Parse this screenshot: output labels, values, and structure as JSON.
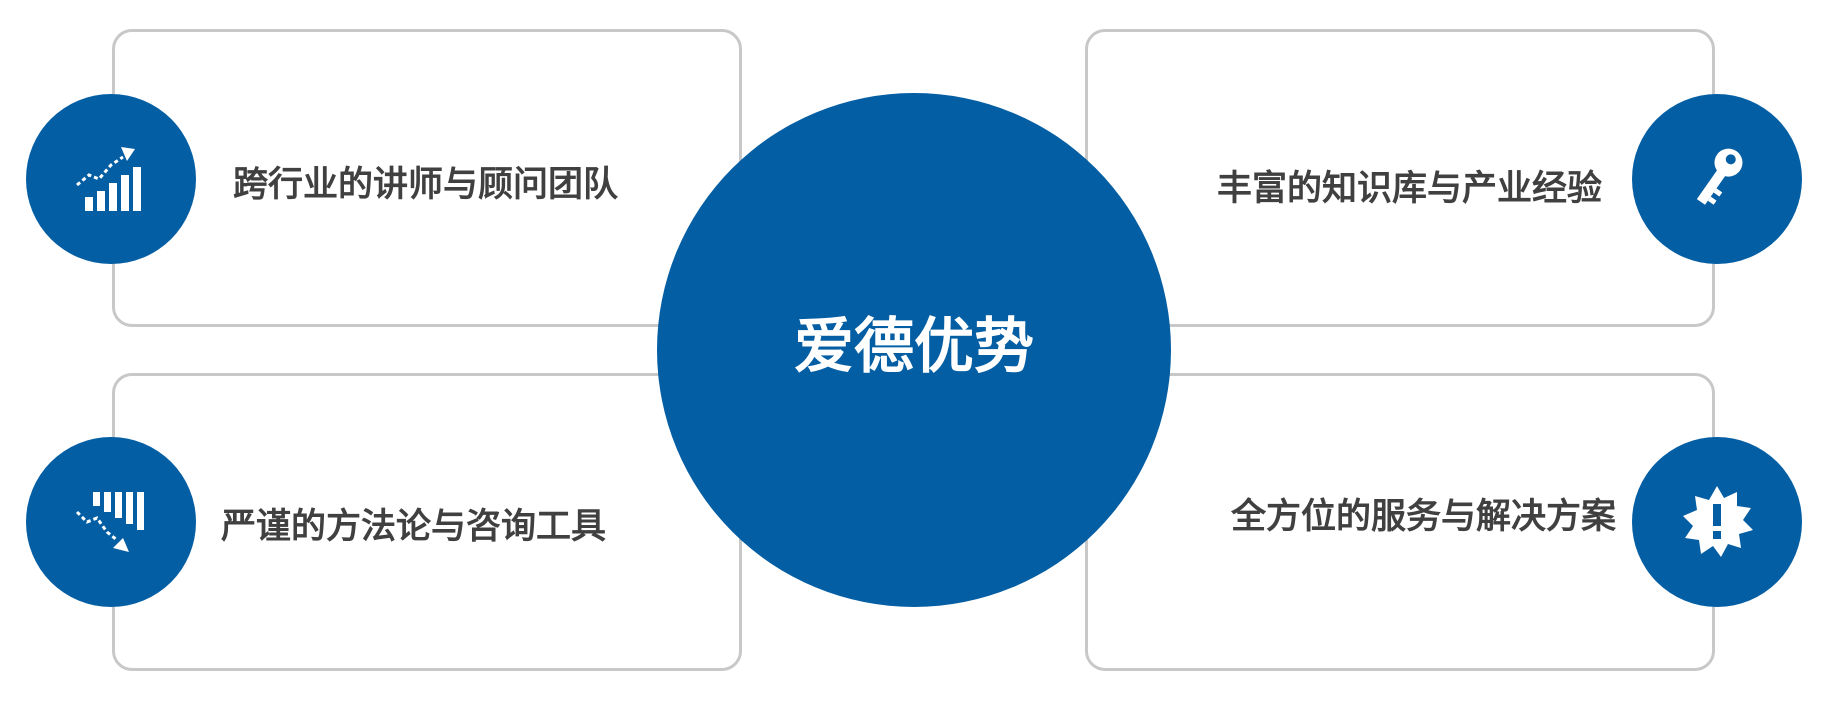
{
  "center": {
    "title": "爱德优势"
  },
  "cards": [
    {
      "position": "top-left",
      "label": "跨行业的讲师与顾问团队",
      "icon": "growth-chart-icon"
    },
    {
      "position": "bottom-left",
      "label": "严谨的方法论与咨询工具",
      "icon": "decline-chart-icon"
    },
    {
      "position": "top-right",
      "label": "丰富的知识库与产业经验",
      "icon": "key-icon"
    },
    {
      "position": "bottom-right",
      "label": "全方位的服务与解决方案",
      "icon": "alert-badge-icon"
    }
  ],
  "colors": {
    "accent": "#045ea3",
    "card_border": "#c8c8c8",
    "label_text": "#404040",
    "center_text": "#ffffff"
  }
}
